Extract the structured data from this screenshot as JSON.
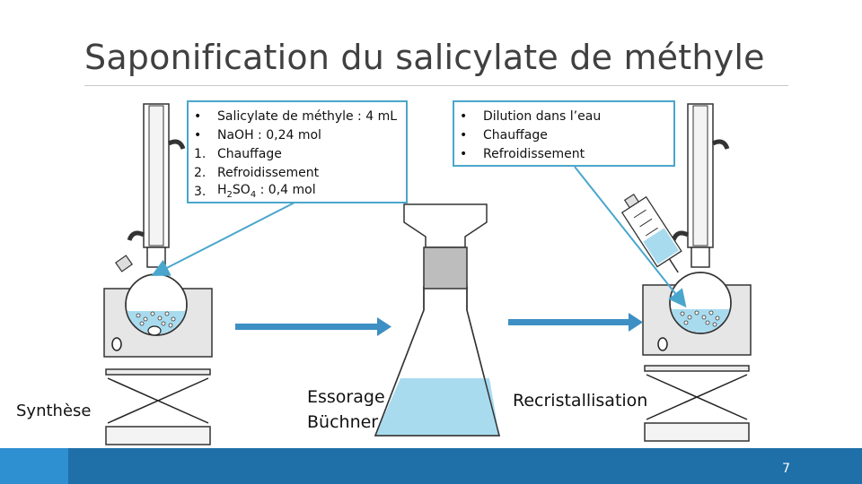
{
  "slide": {
    "title": "Saponification du salicylate de méthyle",
    "page_number": "7"
  },
  "callout_left": {
    "items": [
      {
        "marker": "•",
        "text": "Salicylate de méthyle : 4 mL"
      },
      {
        "marker": "•",
        "text": "NaOH : 0,24 mol"
      },
      {
        "marker": "1.",
        "text": "Chauffage"
      },
      {
        "marker": "2.",
        "text": "Refroidissement"
      },
      {
        "marker": "3.",
        "text_prefix": "H",
        "sub1": "2",
        "text_mid": "SO",
        "sub2": "4",
        "text_suffix": " : 0,4 mol"
      }
    ]
  },
  "callout_right": {
    "items": [
      {
        "marker": "•",
        "text": "Dilution dans l’eau"
      },
      {
        "marker": "•",
        "text": "Chauffage"
      },
      {
        "marker": "•",
        "text": "Refroidissement"
      }
    ]
  },
  "labels": {
    "synthese": "Synthèse",
    "essorage_line1": "Essorage",
    "essorage_line2": "Büchner",
    "recristallisation": "Recristallisation"
  },
  "colors": {
    "accent": "#4aa6cc",
    "liquid": "#a9dbef",
    "footer_dark": "#1f6fa8",
    "footer_light": "#2e8fd1",
    "heater": "#e6e6e6"
  },
  "icons": [
    "condenser-icon",
    "round-flask-icon",
    "heater-icon",
    "lab-jack-icon",
    "buchner-funnel-icon",
    "erlenmeyer-flask-icon",
    "syringe-icon"
  ]
}
